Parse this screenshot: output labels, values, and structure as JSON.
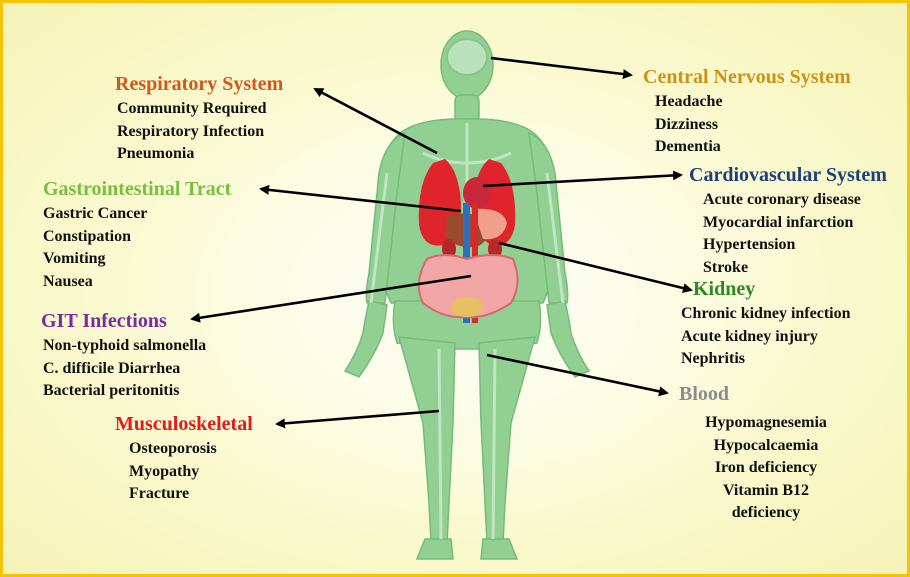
{
  "systems": {
    "respiratory": {
      "title": "Respiratory System",
      "color": "#d2571b",
      "items": [
        "Community Required",
        "Respiratory Infection",
        "Pneumonia"
      ]
    },
    "cns": {
      "title": "Central Nervous System",
      "color": "#d09214",
      "items": [
        "Headache",
        "Dizziness",
        "Dementia"
      ]
    },
    "gi": {
      "title": "Gastrointestinal Tract",
      "color": "#78bf3c",
      "items": [
        "Gastric Cancer",
        "Constipation",
        "Vomiting",
        "Nausea"
      ]
    },
    "cardio": {
      "title": "Cardiovascular System",
      "color": "#1f3f7a",
      "items": [
        "Acute coronary disease",
        "Myocardial infarction",
        "Hypertension",
        "Stroke"
      ]
    },
    "kidney": {
      "title": "Kidney",
      "color": "#2f8a26",
      "items": [
        "Chronic kidney infection",
        "Acute kidney injury",
        "Nephritis"
      ]
    },
    "git": {
      "title": "GIT Infections",
      "color": "#7a2aa3",
      "items": [
        "Non-typhoid salmonella",
        "C. difficile Diarrhea",
        "Bacterial peritonitis"
      ]
    },
    "blood": {
      "title": "Blood",
      "color": "#8c8c8c",
      "items": [
        "Hypomagnesemia",
        "Hypocalcaemia",
        "Iron deficiency",
        "Vitamin B12",
        "deficiency"
      ]
    },
    "musculo": {
      "title": "Musculoskeletal",
      "color": "#e41a1a",
      "items": [
        "Osteoporosis",
        "Myopathy",
        "Fracture"
      ]
    }
  },
  "colors": {
    "frame_border": "#f5c400",
    "arrow": "#000000",
    "body": "#8dcd8f"
  }
}
